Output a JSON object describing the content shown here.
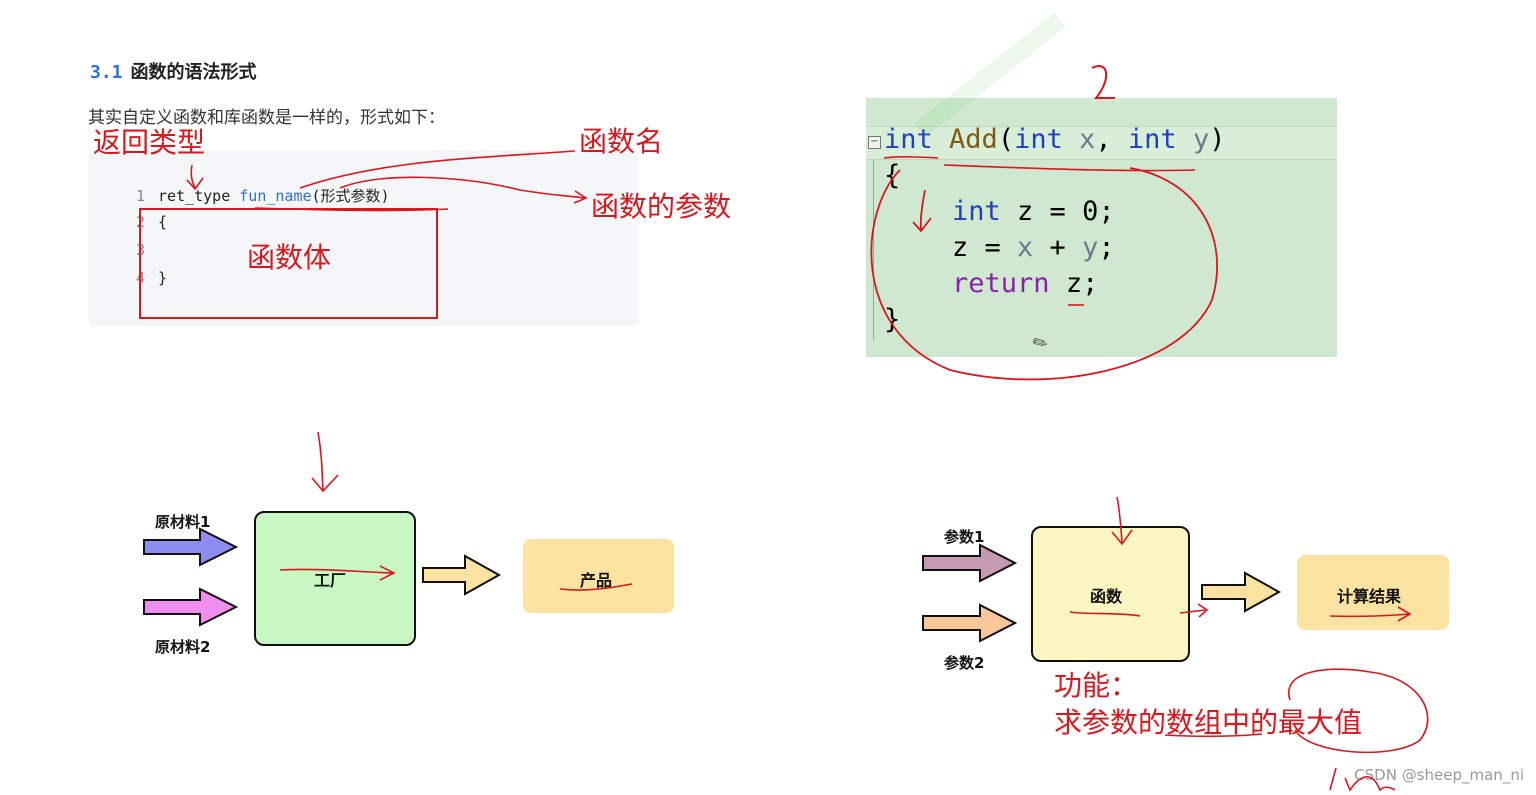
{
  "section": {
    "number": "3.1",
    "title": "函数的语法形式"
  },
  "intro": "其实自定义函数和库函数是一样的，形式如下：",
  "code": {
    "lines": [
      {
        "num": "1",
        "pre": "ret_type ",
        "fn": "fun_name",
        "post": "(形式参数)"
      },
      {
        "num": "2",
        "text": "{"
      },
      {
        "num": "3",
        "text": ""
      },
      {
        "num": "4",
        "text": "}"
      }
    ]
  },
  "annotations": {
    "return_type": "返回类型",
    "func_name": "函数名",
    "func_params": "函数的参数",
    "func_body": "函数体",
    "feature_title": "功能：",
    "feature_desc": "求参数的数组中的最大值"
  },
  "ide": {
    "kw_int": "int",
    "fn_add": "Add",
    "open": "(",
    "param_x": "x",
    "comma": ", ",
    "param_y": "y",
    "close": ")",
    "brace_open": "{",
    "line_z_decl": "z = 0;",
    "line_z_assign_a": "z = ",
    "x": "x",
    "plus": " + ",
    "y": "y",
    "semi": ";",
    "ret_kw": "return",
    "ret_z": "z",
    "brace_close": "}"
  },
  "factory": {
    "input1": "原材料1",
    "input2": "原材料2",
    "box": "工厂",
    "output": "产品",
    "colors": {
      "box": "#c9f7c3",
      "output": "#fde3a1",
      "arrow1": "#8d8df0",
      "arrow2": "#f08ef0",
      "arrow_out": "#fde3a1"
    }
  },
  "function": {
    "input1": "参数1",
    "input2": "参数2",
    "box": "函数",
    "output": "计算结果",
    "colors": {
      "box": "#fdf6c3",
      "output": "#fde3a1",
      "arrow1": "#c79ab3",
      "arrow2": "#f7c79a",
      "arrow_out": "#fde3a1"
    }
  },
  "watermark": "CSDN @sheep_man_ni"
}
